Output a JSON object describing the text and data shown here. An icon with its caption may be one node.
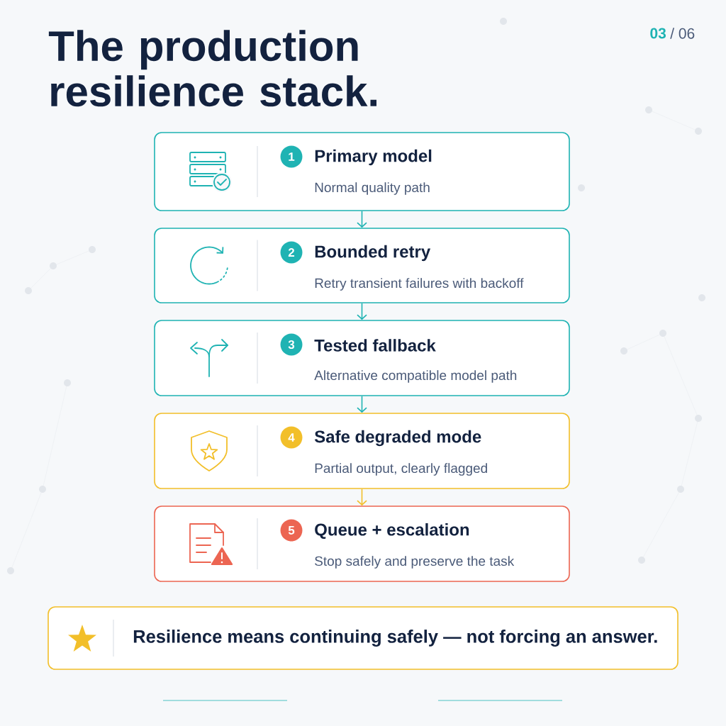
{
  "diagram": {
    "title": "The production resilience stack.",
    "nodes": [
      {
        "text": [
          "1",
          "Primary model",
          "Normal quality path"
        ]
      },
      {
        "text": [
          "2",
          "Bounded retry",
          "Retry transient failures with backoff"
        ]
      },
      {
        "text": [
          "3",
          "Tested fallback",
          "Alternative compatible model path"
        ]
      },
      {
        "text": [
          "4",
          "Safe degraded mode",
          "Partial output, clearly flagged"
        ]
      },
      {
        "text": [
          "5",
          "Queue + escalation",
          "Stop safely and preserve the task"
        ]
      },
      {
        "text": [
          "Resilience means continuing safely — not forcing an answer."
        ]
      }
    ],
    "edges": [
      {
        "from": 0,
        "to": 1,
        "arrow": "to"
      },
      {
        "from": 1,
        "to": 2,
        "arrow": "to"
      },
      {
        "from": 2,
        "to": 3,
        "arrow": "to"
      },
      {
        "from": 3,
        "to": 4,
        "arrow": "to",
        "color": "#f2bf2a"
      }
    ],
    "labels": [
      "03",
      "/ 06"
    ]
  }
}
